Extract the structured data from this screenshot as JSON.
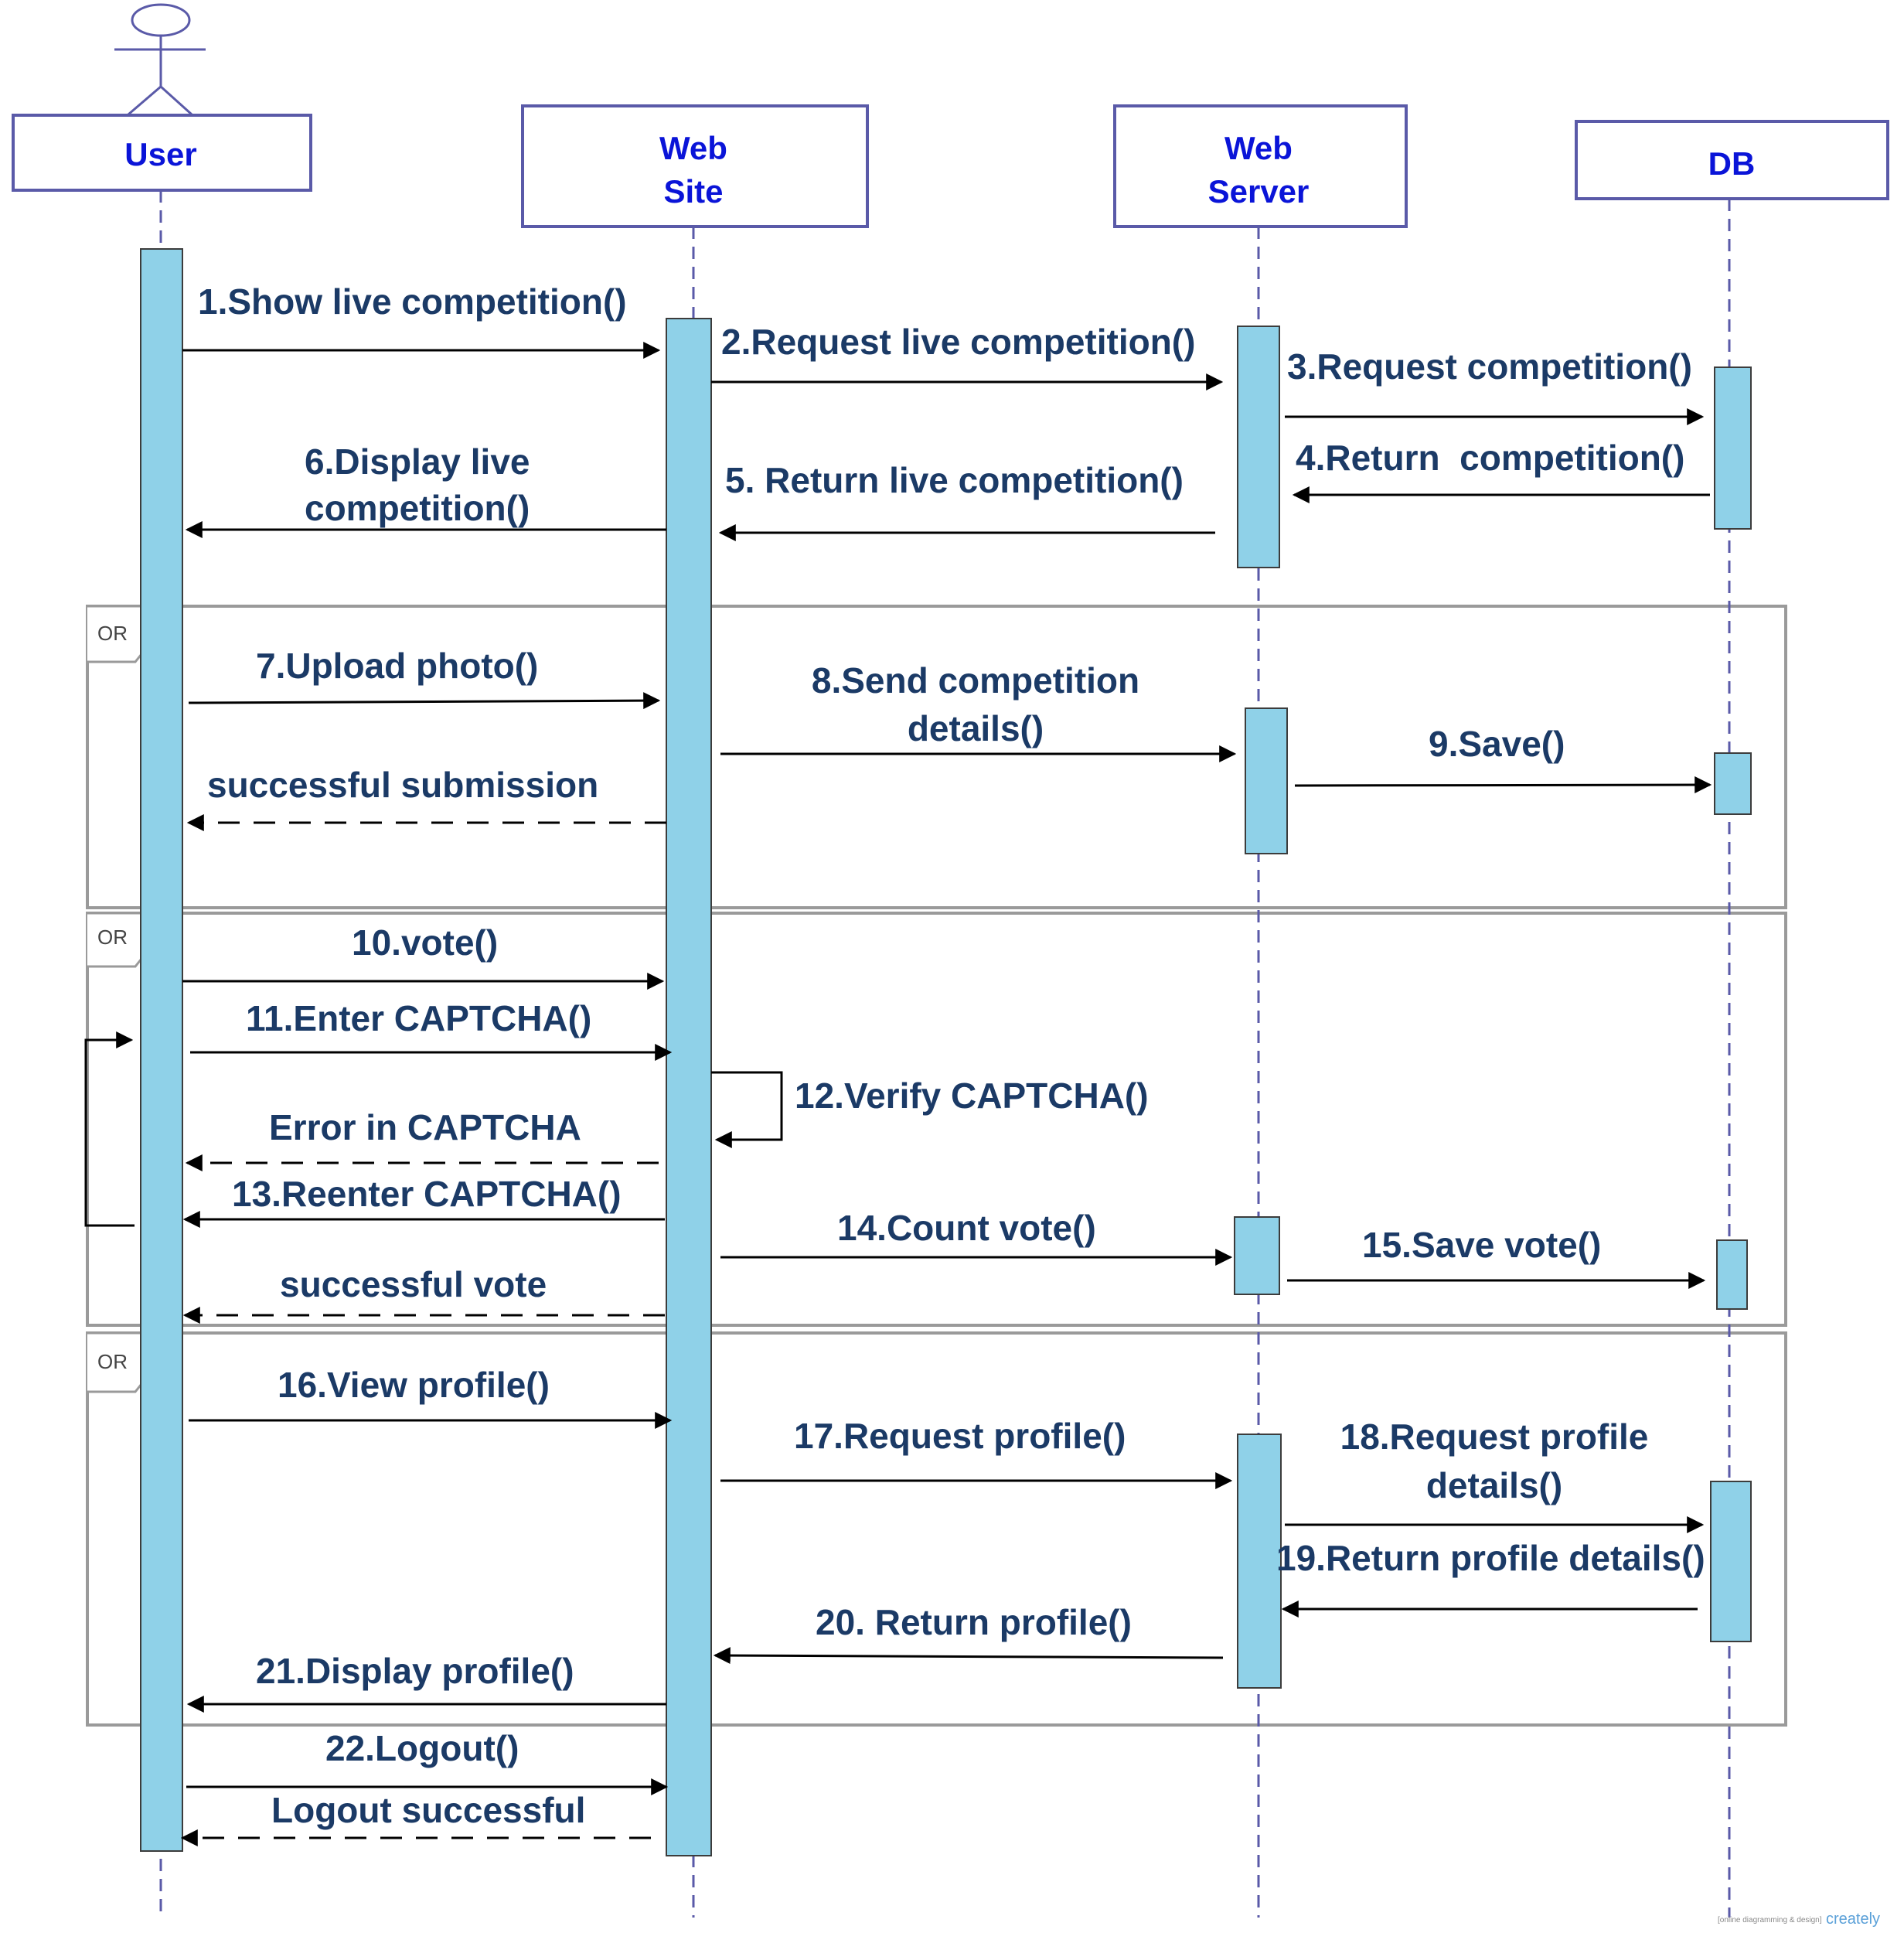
{
  "participants": {
    "user": "User",
    "website_l1": "Web",
    "website_l2": "Site",
    "webserver_l1": "Web",
    "webserver_l2": "Server",
    "db": "DB"
  },
  "fragments": {
    "f1": "OR",
    "f2": "OR",
    "f3": "OR"
  },
  "messages": {
    "m1": "1.Show live competition()",
    "m2": "2.Request live competition()",
    "m3": "3.Request competition()",
    "m4": "4.Return  competition()",
    "m5": "5. Return live competition()",
    "m6_l1": "6.Display live",
    "m6_l2": "competition()",
    "m7": "7.Upload photo()",
    "m8_l1": "8.Send competition",
    "m8_l2": "details()",
    "m9": "9.Save()",
    "r_submission": "successful submission",
    "m10": "10.vote()",
    "m11": "11.Enter CAPTCHA()",
    "m12": "12.Verify CAPTCHA()",
    "r_error": "Error in CAPTCHA",
    "m13": "13.Reenter CAPTCHA()",
    "m14": "14.Count vote()",
    "m15": "15.Save vote()",
    "r_vote": "successful vote",
    "m16": "16.View profile()",
    "m17": "17.Request profile()",
    "m18_l1": "18.Request profile",
    "m18_l2": "details()",
    "m19": "19.Return profile details()",
    "m20": "20. Return profile()",
    "m21": "21.Display profile()",
    "m22": "22.Logout()",
    "r_logout": "Logout successful"
  },
  "watermark": {
    "small": "[online diagramming & design]",
    "brand": "creately"
  },
  "colors": {
    "header_text": "#0a14d8",
    "label_text": "#1b3a66",
    "activation_fill": "#8fd1e8",
    "box_border": "#4a4a9a",
    "fragment_border": "#9a9a9a"
  }
}
